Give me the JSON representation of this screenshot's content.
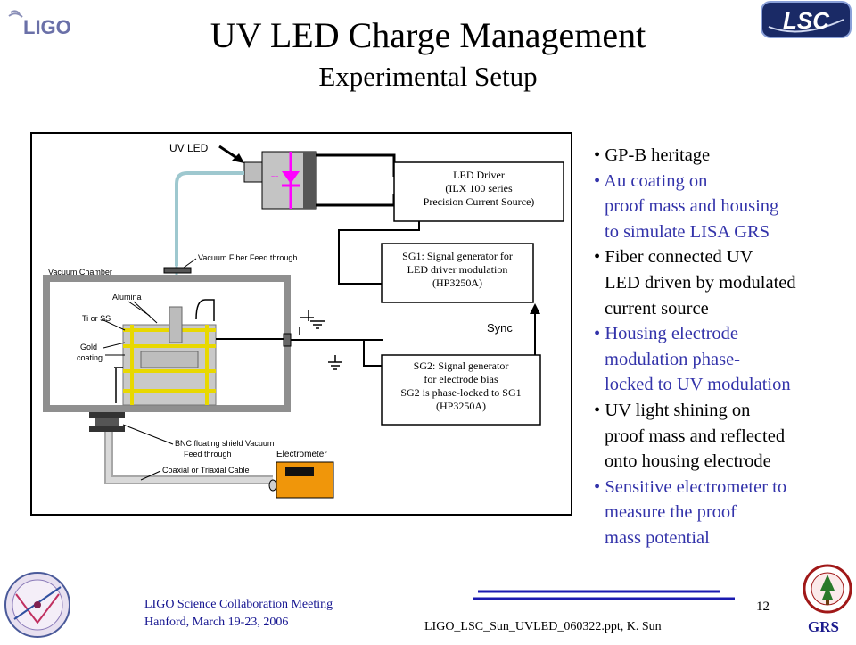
{
  "header": {
    "title": "UV LED Charge Management",
    "subtitle": "Experimental Setup",
    "left_logo": "LIGO",
    "right_logo": "LSC"
  },
  "diagram": {
    "labels": {
      "uv_led": "UV LED",
      "vacuum_fiber": "Vacuum Fiber Feed through",
      "vacuum_chamber": "Vacuum Chamber",
      "alumina": "Alumina",
      "ti_or_ss": "Ti or SS",
      "gold_line1": "Gold",
      "gold_line2": "coating",
      "bnc_line1": "BNC floating shield Vacuum",
      "bnc_line2": "Feed through",
      "coax": "Coaxial or Triaxial Cable",
      "electrometer": "Electrometer",
      "sync": "Sync"
    },
    "led_driver": [
      "LED Driver",
      "(ILX 100 series",
      "Precision Current Source)"
    ],
    "sg1": [
      "SG1: Signal generator for",
      "LED driver modulation",
      "(HP3250A)"
    ],
    "sg2": [
      "SG2: Signal generator",
      "for  electrode bias",
      "SG2 is phase-locked to SG1",
      "(HP3250A)"
    ]
  },
  "bullets": [
    {
      "color": "black",
      "lines": [
        "GP-B heritage"
      ]
    },
    {
      "color": "blue",
      "lines": [
        "Au coating on",
        "proof mass and housing",
        "to simulate LISA GRS"
      ]
    },
    {
      "color": "black",
      "lines": [
        "Fiber connected UV",
        "LED driven by modulated",
        "current source"
      ]
    },
    {
      "color": "blue",
      "lines": [
        "Housing electrode",
        "modulation phase-",
        "locked to UV modulation"
      ]
    },
    {
      "color": "black",
      "lines": [
        "UV light shining on",
        "proof mass and reflected",
        "onto housing electrode"
      ]
    },
    {
      "color": "blue",
      "lines": [
        "Sensitive electrometer to",
        "measure the proof",
        "mass potential"
      ]
    }
  ],
  "footer": {
    "meeting_line1": "LIGO Science Collaboration Meeting",
    "meeting_line2": "Hanford, March 19-23, 2006",
    "filename": "LIGO_LSC_Sun_UVLED_060322.ppt, K. Sun",
    "page_number": "12",
    "grs": "GRS"
  },
  "colors": {
    "text_blue": "#3333aa",
    "footer_blue": "#141490",
    "led_magenta": "#ff00ff",
    "housing_yellow": "#e8d800",
    "electrometer_orange": "#f0960a",
    "chamber_gray": "#bfbfbf"
  }
}
